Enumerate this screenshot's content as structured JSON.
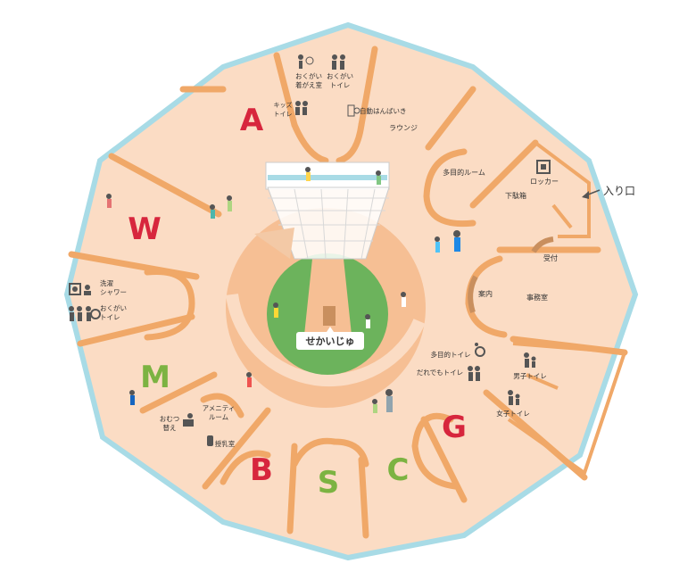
{
  "map": {
    "entrance": "入り口",
    "tree_label": "せかいじゅ",
    "lounge": "ラウンジ",
    "multi_room": "多目的ルーム",
    "locker": "ロッカー",
    "shoe_box": "下駄箱",
    "reception": "受付",
    "info": "案内",
    "office": "事務室",
    "kids_changing": [
      "おくがい",
      "着がえ室"
    ],
    "kids_toilet_top": [
      "おくがい",
      "トイレ"
    ],
    "kids_toilet": [
      "キッズ",
      "トイレ"
    ],
    "vending": "自動はんばいき",
    "wash_shower": [
      "洗濯",
      "シャワー"
    ],
    "outdoor_toilet": [
      "おくがい",
      "トイレ"
    ],
    "amenity_room": [
      "アメニティ",
      "ルーム"
    ],
    "diaper": [
      "おむつ",
      "替え"
    ],
    "nursing": "授乳室",
    "multi_toilet": "多目的トイレ",
    "anyone_toilet": "だれでもトイレ",
    "mens_toilet": "男子トイレ",
    "womens_toilet": "女子トイレ"
  },
  "zones": [
    {
      "letter": "A",
      "color": "#d7263d"
    },
    {
      "letter": "W",
      "color": "#d7263d"
    },
    {
      "letter": "M",
      "color": "#7cb342"
    },
    {
      "letter": "B",
      "color": "#d7263d"
    },
    {
      "letter": "S",
      "color": "#7cb342"
    },
    {
      "letter": "C",
      "color": "#7cb342"
    },
    {
      "letter": "G",
      "color": "#d7263d"
    }
  ],
  "colors": {
    "floor": "#fbdcc4",
    "wall": "#f0a868",
    "glass": "#a8dbe6",
    "lawn": "#6cb35c",
    "ring": "#f6bf94"
  }
}
